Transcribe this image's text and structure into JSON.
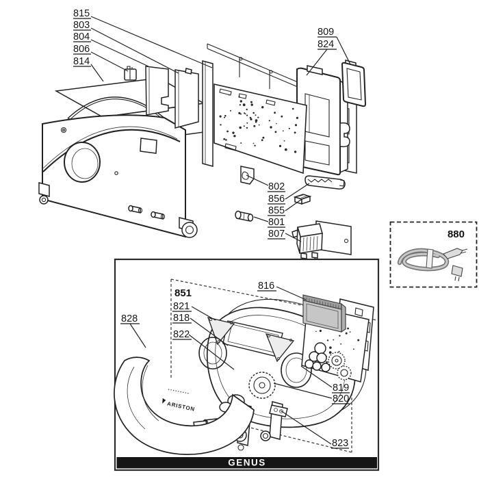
{
  "colors": {
    "line": "#222222",
    "background": "#ffffff",
    "banner_bg": "#151515",
    "banner_text": "#ffffff",
    "display_fill": "#c6c6c6",
    "cable_gray": "#777777"
  },
  "upper_exploded_view": {
    "part_labels": {
      "p815": "815",
      "p803": "803",
      "p804": "804",
      "p806": "806",
      "p814": "814",
      "p809": "809",
      "p824": "824",
      "p802": "802",
      "p856": "856",
      "p855": "855",
      "p801": "801",
      "p807": "807"
    }
  },
  "cable_inset": {
    "part_label": "880"
  },
  "control_panel_detail": {
    "group_label": "851",
    "part_labels": {
      "p816": "816",
      "p821": "821",
      "p818": "818",
      "p822": "822",
      "p828": "828",
      "p819": "819",
      "p820": "820",
      "p823": "823"
    },
    "brand_logo": "ARISTON",
    "model_banner": "GENUS"
  }
}
